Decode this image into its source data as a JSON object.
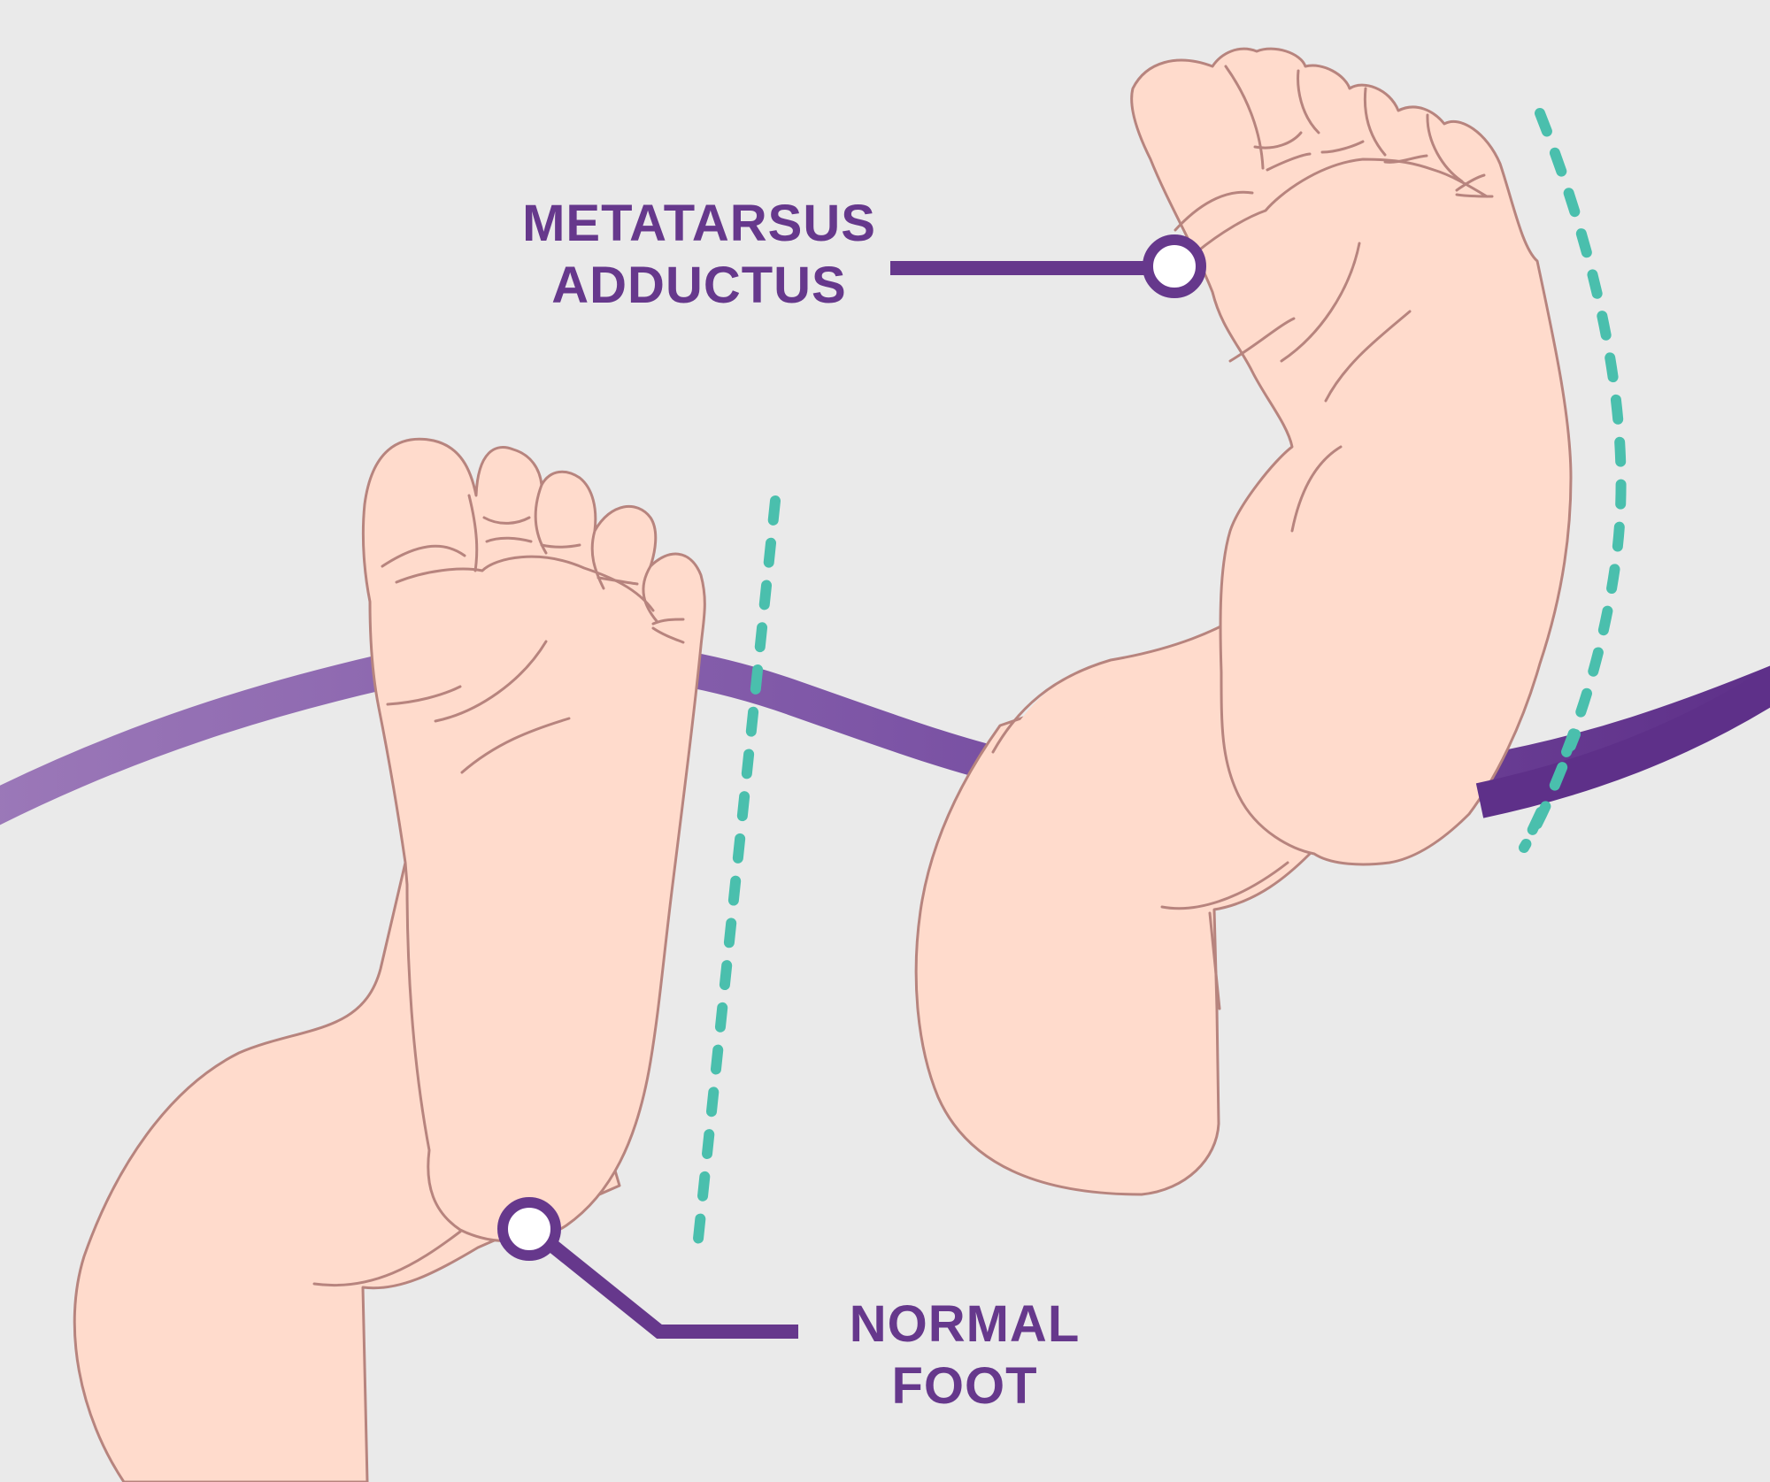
{
  "diagram": {
    "subject": "Infant feet comparison: metatarsus adductus vs normal foot",
    "background_color": "#eaeaea",
    "colors": {
      "label_purple": "#66388c",
      "arc_purple_light": "#9b78b8",
      "arc_purple_dark": "#5e3089",
      "skin_fill": "#ffdbcc",
      "skin_outline": "#b7847e",
      "axis_dash_teal": "#4abfad",
      "marker_fill": "#ffffff"
    },
    "labels": {
      "metatarsus_adductus": {
        "line1": "METATARSUS",
        "line2": "ADDUCTUS",
        "points_to": "right-foot-forefoot-medial-edge"
      },
      "normal_foot": {
        "line1": "NORMAL",
        "line2": "FOOT",
        "points_to": "left-foot-heel"
      }
    },
    "annotations": [
      {
        "type": "dashed-axis",
        "foot": "normal",
        "shape": "straight"
      },
      {
        "type": "dashed-axis",
        "foot": "metatarsus-adductus",
        "shape": "curved"
      }
    ]
  }
}
